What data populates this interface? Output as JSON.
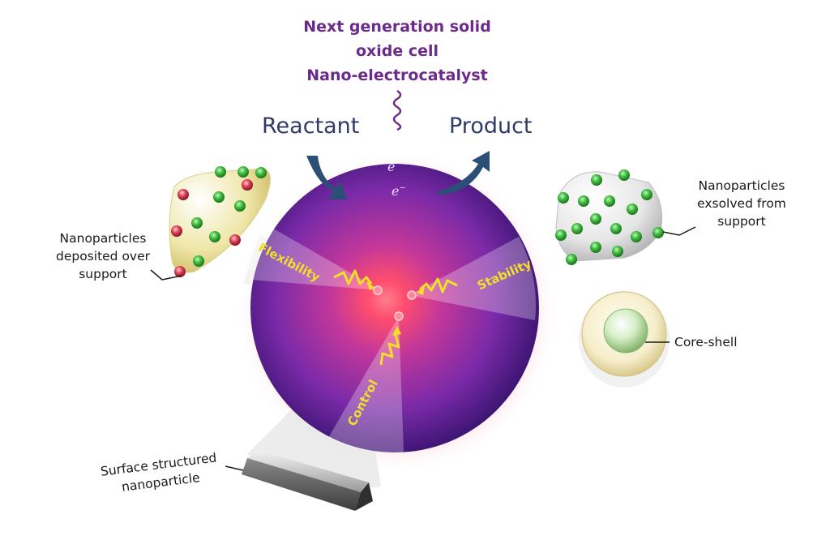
{
  "title_lines": [
    "Next generation solid",
    "oxide cell",
    "Nano-electrocatalyst"
  ],
  "flow": {
    "reactant": "Reactant",
    "product": "Product"
  },
  "electron": "e",
  "electron_sup": "−",
  "sectors": {
    "flexibility": "Flexibility",
    "stability": "Stability",
    "control": "Control"
  },
  "labels": {
    "deposited": [
      "Nanoparticles",
      "deposited over",
      "support"
    ],
    "exsolved": [
      "Nanoparticles",
      "exsolved from",
      "support"
    ],
    "core_shell": "Core-shell",
    "surface": [
      "Surface structured",
      "nanoparticle"
    ]
  },
  "colors": {
    "title": "#6b2a8c",
    "flow_text": "#2f3b67",
    "arrow": "#2c4f78",
    "sphere_center": "#ff4d6d",
    "sphere_edge": "#3a1470",
    "particle_green": "#3fbf3f",
    "particle_red": "#e0435a",
    "zigzag": "#f2df2a"
  }
}
